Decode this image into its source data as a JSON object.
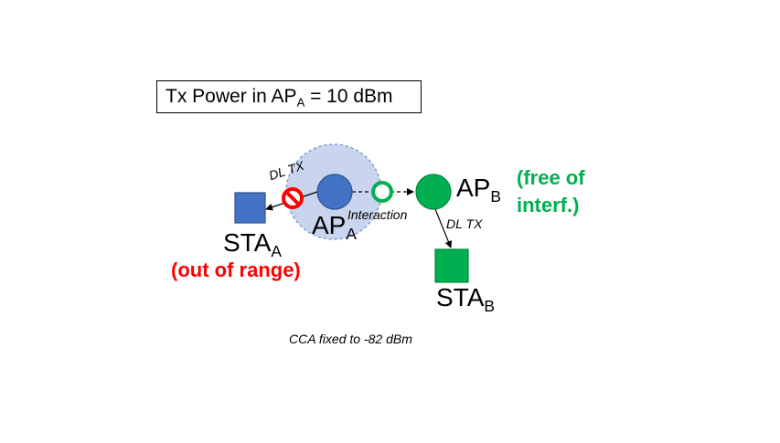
{
  "title": {
    "prefix": "Tx Power in AP",
    "sub": "A",
    "suffix": " = 10 dBm"
  },
  "nodes": {
    "ap_a": {
      "label": "AP",
      "sub": "A",
      "color": "#4472c4"
    },
    "ap_b": {
      "label": "AP",
      "sub": "B",
      "color": "#00b050"
    },
    "sta_a": {
      "label": "STA",
      "sub": "A",
      "color": "#4472c4"
    },
    "sta_b": {
      "label": "STA",
      "sub": "B",
      "color": "#00b050"
    }
  },
  "links": {
    "dl_tx_a": "DL TX",
    "dl_tx_b": "DL TX",
    "interaction": "Interaction"
  },
  "notes": {
    "out_of_range": "(out of range)",
    "free_of_interf_line1": "(free of",
    "free_of_interf_line2": "interf.)"
  },
  "cca": "CCA fixed to -82 dBm",
  "colors": {
    "coverage_fill": "#c9d5ee",
    "coverage_border": "#6f8fca",
    "blocked": "#ff0000",
    "allowed": "#00b050"
  }
}
